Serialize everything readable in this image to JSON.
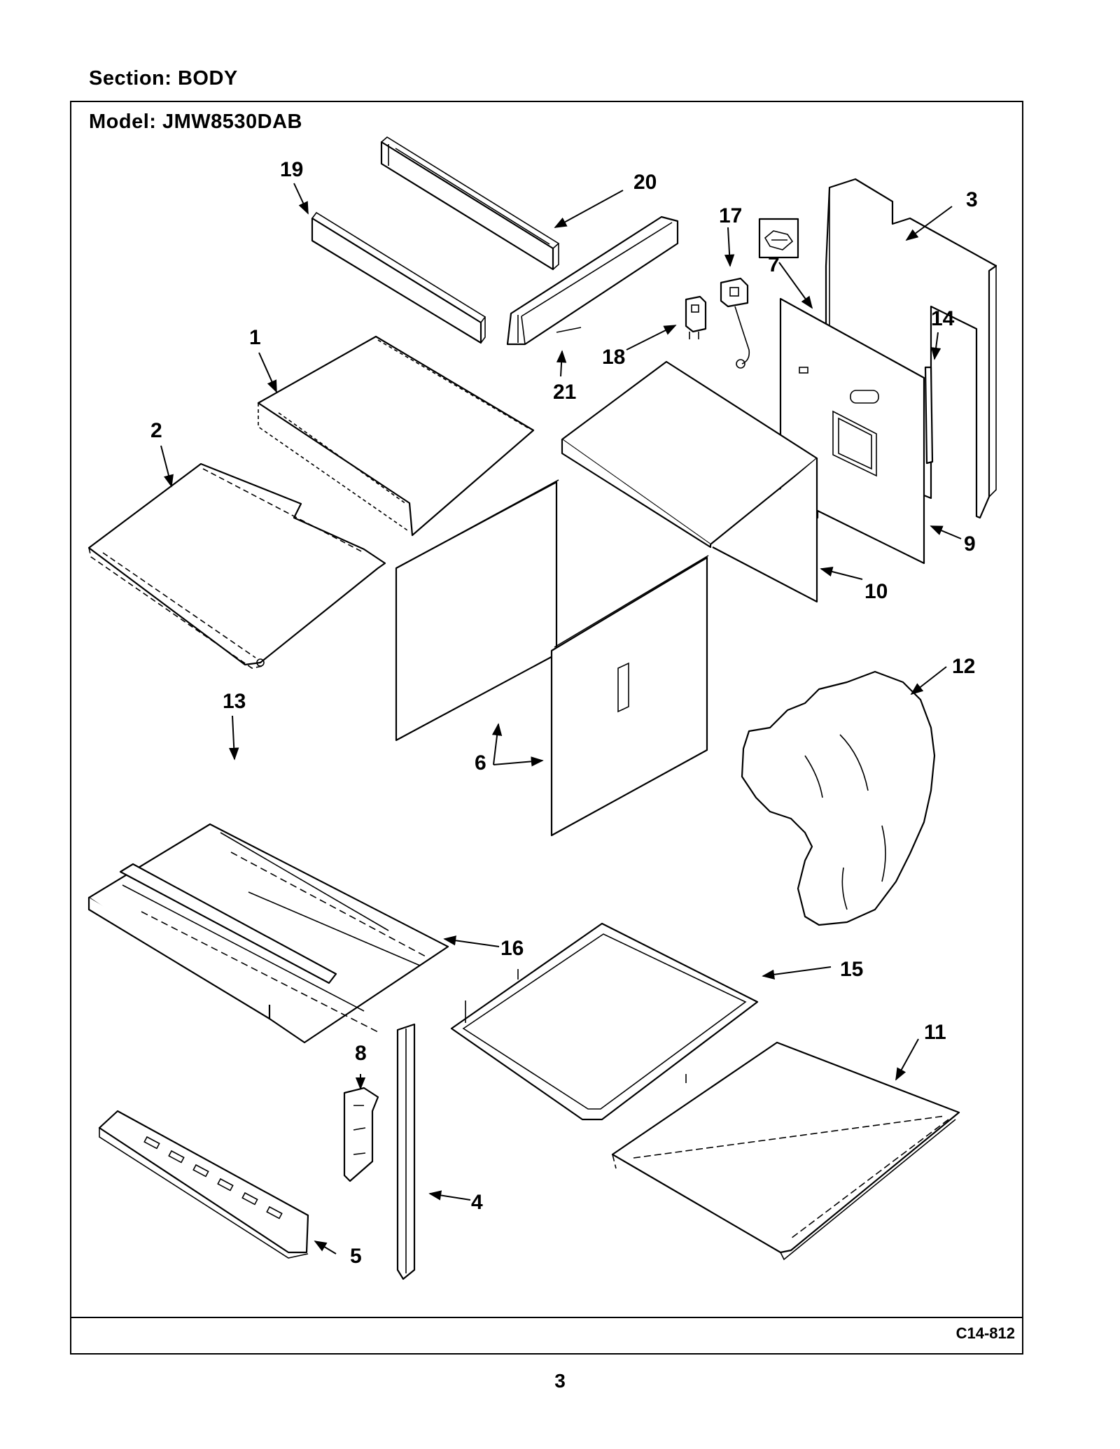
{
  "header": {
    "section": "Section:  BODY",
    "model": "Model:  JMW8530DAB"
  },
  "footer": {
    "diagram_code": "C14-812",
    "page_number": "3"
  },
  "parts": [
    {
      "callout": "1"
    },
    {
      "callout": "2"
    },
    {
      "callout": "3"
    },
    {
      "callout": "4"
    },
    {
      "callout": "5"
    },
    {
      "callout": "6"
    },
    {
      "callout": "7"
    },
    {
      "callout": "8"
    },
    {
      "callout": "9"
    },
    {
      "callout": "10"
    },
    {
      "callout": "11"
    },
    {
      "callout": "12"
    },
    {
      "callout": "13"
    },
    {
      "callout": "14"
    },
    {
      "callout": "15"
    },
    {
      "callout": "16"
    },
    {
      "callout": "17"
    },
    {
      "callout": "18"
    },
    {
      "callout": "19"
    },
    {
      "callout": "20"
    },
    {
      "callout": "21"
    }
  ]
}
